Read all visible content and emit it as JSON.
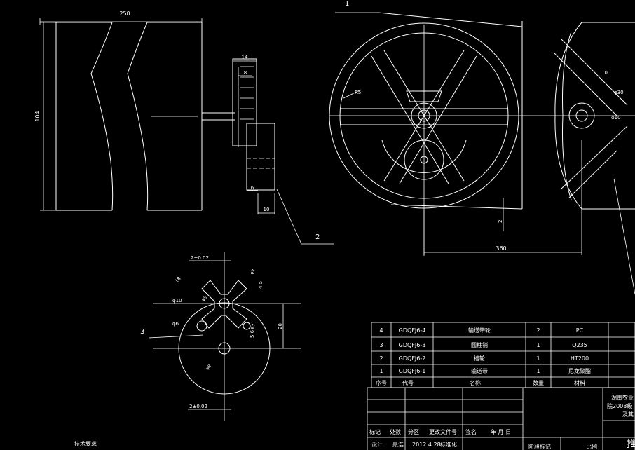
{
  "drawing": {
    "balloons": [
      "1",
      "2",
      "3"
    ],
    "left_view": {
      "width": "250",
      "height": "104"
    },
    "side_view": {
      "top_w": "14",
      "inner_w": "8",
      "lower_w": "6",
      "bottom_w": "10"
    },
    "big_wheel": {
      "r": "R5",
      "center_dist": "360",
      "offset": "2",
      "hub": "φ10",
      "dia": "φ30",
      "rib": "10"
    },
    "sprocket": {
      "tol_top": "2±0.02",
      "tol_bottom": "2±0.02",
      "d10": "φ10",
      "d6": "φ6",
      "r18": "18",
      "h20": "20",
      "c1": "4.5",
      "c2": "5.6",
      "s1": "φ8",
      "s2": "φ3",
      "s3": "φ3",
      "s4": "φ8"
    }
  },
  "bom": {
    "rows": [
      {
        "no": "4",
        "code": "GDQFJ6-4",
        "name": "输送带轮",
        "qty": "2",
        "material": "PC"
      },
      {
        "no": "3",
        "code": "GDQFJ6-3",
        "name": "圆柱销",
        "qty": "1",
        "material": "Q235"
      },
      {
        "no": "2",
        "code": "GDQFJ6-2",
        "name": "槽轮",
        "qty": "1",
        "material": "HT200"
      },
      {
        "no": "1",
        "code": "GDQFJ6-1",
        "name": "输送带",
        "qty": "1",
        "material": "尼龙聚酯"
      }
    ],
    "header": {
      "no": "序号",
      "code": "代号",
      "name": "名称",
      "qty": "数量",
      "material": "材料"
    }
  },
  "title_block": {
    "revision_headers": [
      "标记",
      "处数",
      "分区",
      "更改文件号",
      "签名",
      "年 月 日"
    ],
    "design_label": "设计",
    "designer": "聂浩",
    "date": "2012.4.28",
    "standard_label": "标准化",
    "stage_label": "阶段标记",
    "scale_label": "比例",
    "org_line1": "湖南农业",
    "org_line2": "院2008级",
    "org_line3": "及其",
    "title_partial": "推"
  },
  "notes": {
    "heading": "技术要求"
  }
}
